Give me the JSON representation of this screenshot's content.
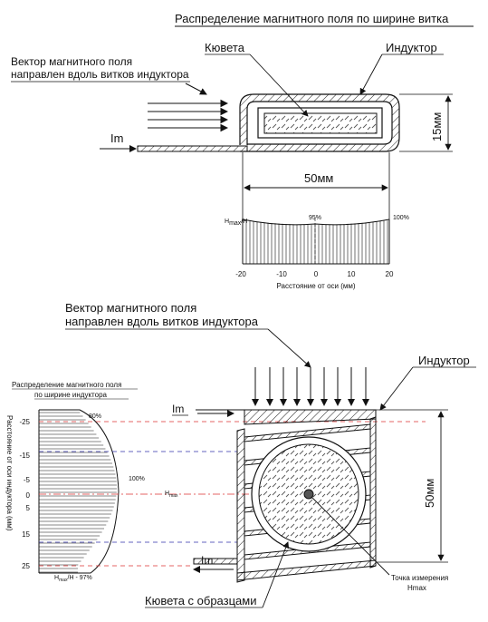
{
  "top": {
    "title": "Распределение магнитного поля по ширине витка",
    "field_vector_line1": "Вектор магнитного поля",
    "field_vector_line2": "направлен вдоль витков индуктора",
    "cuvette_label": "Кювета",
    "inductor_label": "Индуктор",
    "current_label": "Im",
    "height_dim": "15мм",
    "width_dim": "50мм",
    "hmax_label": "H",
    "hmax_sub": "max",
    "hmax_suffix": "/H",
    "center_pct": "95%",
    "edge_pct": "100%",
    "ticks": [
      "-20",
      "-10",
      "0",
      "10",
      "20"
    ],
    "axis_label": "Расстояние от оси (мм)"
  },
  "bottom": {
    "field_vector_line1": "Вектор магнитного поля",
    "field_vector_line2": "направлен вдоль витков индуктора",
    "inductor_label": "Индуктор",
    "dist_title_line1": "Распределение магнитного поля",
    "dist_title_line2": "по ширине индуктора",
    "top_pct": "80%",
    "mid_pct": "100%",
    "bottom_pct": "H",
    "bottom_pct_sub": "max",
    "bottom_pct_suffix": "/H - 97%",
    "yaxis_label": "Расстояние от оси индуктора (мм)",
    "yticks": [
      "-25",
      "-15",
      "-5",
      "0",
      "5",
      "15",
      "25"
    ],
    "hmax_label": "H",
    "hmax_sub": "max",
    "current_top": "Im",
    "current_bottom": "Im",
    "height_dim": "50мм",
    "point_line1": "Точка измерения",
    "point_line2": "Hmax",
    "cuvette_samples": "Кювета с образцами"
  }
}
